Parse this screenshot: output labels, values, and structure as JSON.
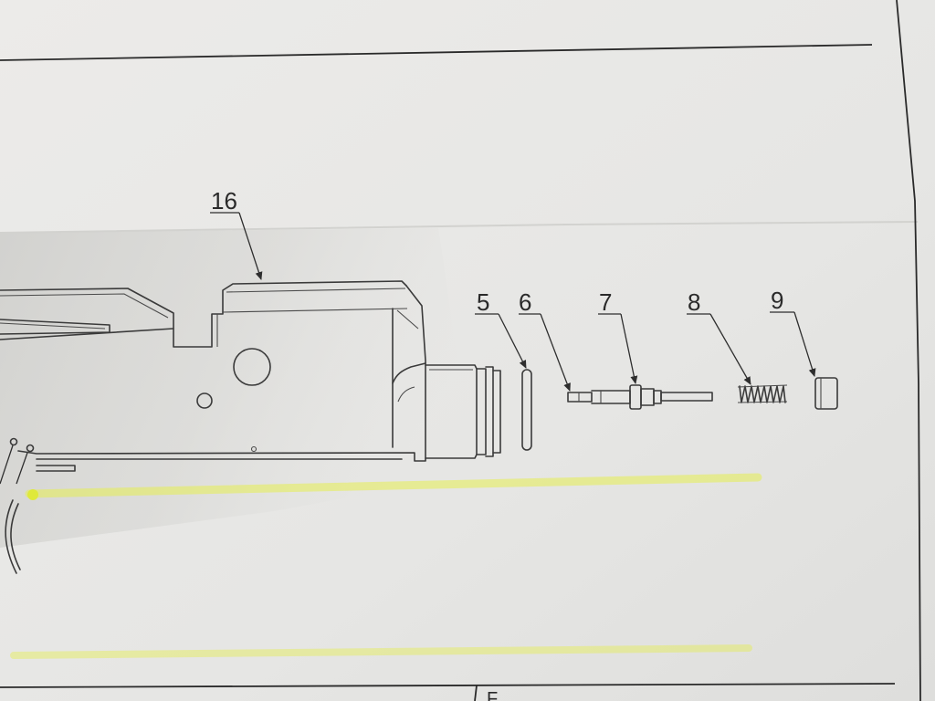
{
  "drawing": {
    "callouts": [
      {
        "id": "16",
        "label": "16"
      },
      {
        "id": "5",
        "label": "5"
      },
      {
        "id": "6",
        "label": "6"
      },
      {
        "id": "7",
        "label": "7"
      },
      {
        "id": "8",
        "label": "8"
      },
      {
        "id": "9",
        "label": "9"
      }
    ],
    "title_block_text": "F",
    "colors": {
      "paper": "#e9e9e7",
      "shadow": "#d4d4d1",
      "ink": "#3a3a3a",
      "highlighter": "#e4ee4a"
    }
  }
}
